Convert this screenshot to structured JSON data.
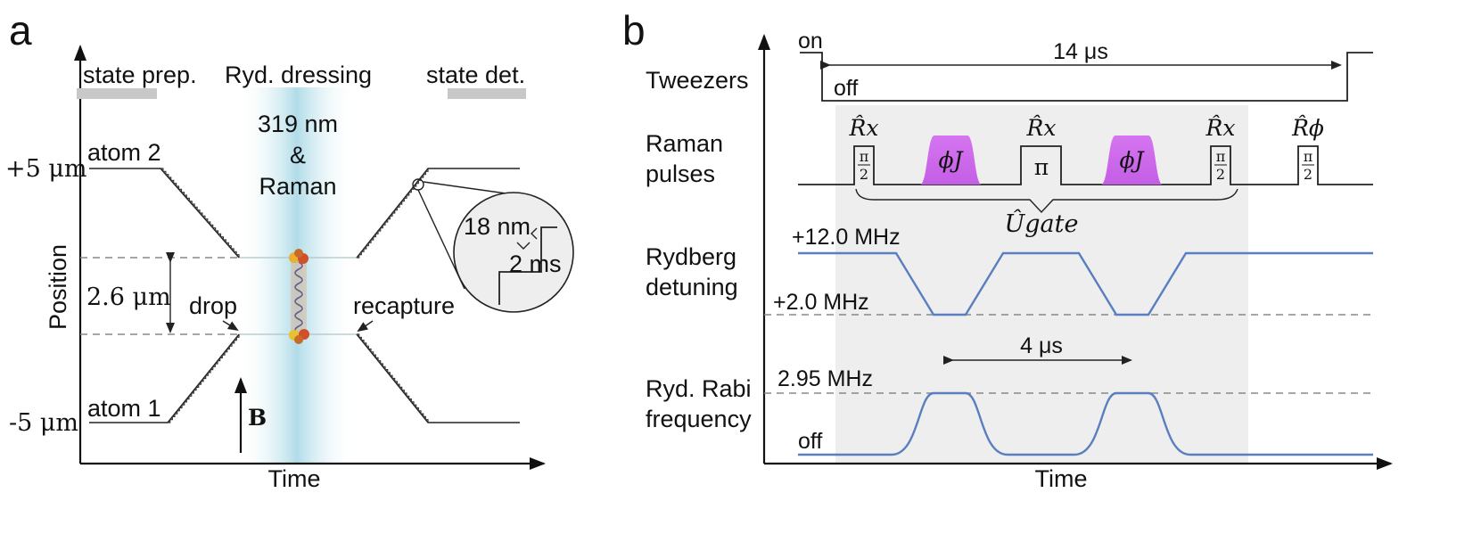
{
  "panel_a": {
    "panel_letter": "a",
    "x_axis_label": "Time",
    "y_axis_label": "Position",
    "stage_state_prep": "state prep.",
    "stage_dressing": "Ryd. dressing",
    "stage_state_det": "state det.",
    "beam_line1": "319 nm",
    "beam_line2": "&",
    "beam_line3": "Raman",
    "tick_plus5": "+5 μm",
    "tick_minus5": "-5 μm",
    "atom2_label": "atom 2",
    "atom1_label": "atom 1",
    "separation_label": "2.6 μm",
    "drop_label": "drop",
    "recapture_label": "recapture",
    "field_label": "B",
    "inset_step_label": "18 nm",
    "inset_time_label": "2 ms"
  },
  "panel_b": {
    "panel_letter": "b",
    "x_axis_label": "Time",
    "tweezers_label": "Tweezers",
    "tweezers_on": "on",
    "tweezers_off": "off",
    "tweezers_duration": "14 μs",
    "raman_label_line1": "Raman",
    "raman_label_line2": "pulses",
    "pulse_rx": "R̂x",
    "pulse_rphi": "R̂ϕ",
    "pulse_pi": "π",
    "frac_num": "π",
    "frac_den": "2",
    "phase_label": "ϕJ",
    "gate_label": "Ûgate",
    "detuning_label_line1": "Rydberg",
    "detuning_label_line2": "detuning",
    "detuning_high": "+12.0 MHz",
    "detuning_low": "+2.0 MHz",
    "rabi_label_line1": "Ryd. Rabi",
    "rabi_label_line2": "frequency",
    "rabi_max": "2.95 MHz",
    "rabi_off": "off",
    "rabi_duration": "4 μs"
  },
  "colors": {
    "detuning_trace": "#5a7fc0",
    "phase_pulse": "#d575f0",
    "dressing_beam": "#a8d8e6",
    "gate_window": "#eeeeee",
    "stage_bar": "#c8c8c8"
  }
}
